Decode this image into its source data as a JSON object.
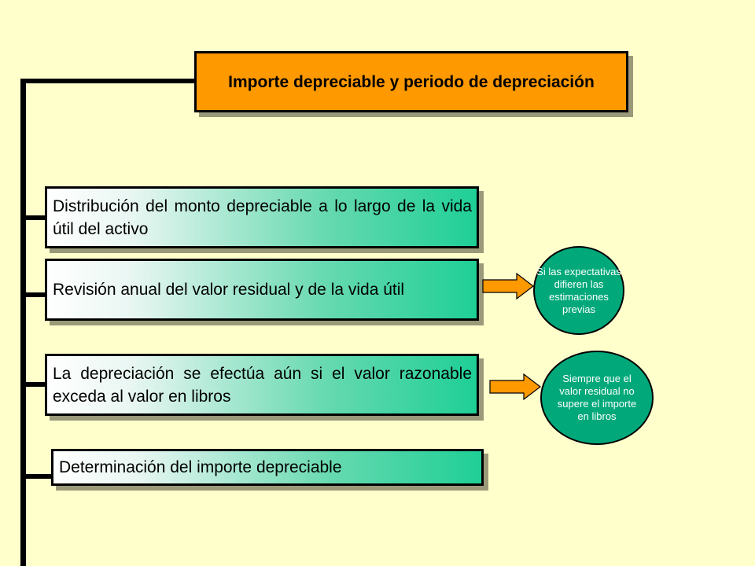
{
  "title": "Importe depreciable y periodo de depreciación",
  "boxes": [
    "Distribución del monto depreciable a lo largo de la vida útil del activo",
    "Revisión anual del valor residual y de la vida útil",
    "La depreciación se efectúa aún si el valor razonable exceda al valor en libros",
    "Determinación del importe depreciable"
  ],
  "notes": [
    "Si las expectativas difieren las estimaciones previas",
    "Siempre que el valor residual no supere el importe en libros"
  ],
  "colors": {
    "background": "#ffffcc",
    "title_fill": "#ff9900",
    "gradient_end": "#1fcf96",
    "ellipse_fill": "#00a87a",
    "arrow_fill": "#ff9900"
  }
}
